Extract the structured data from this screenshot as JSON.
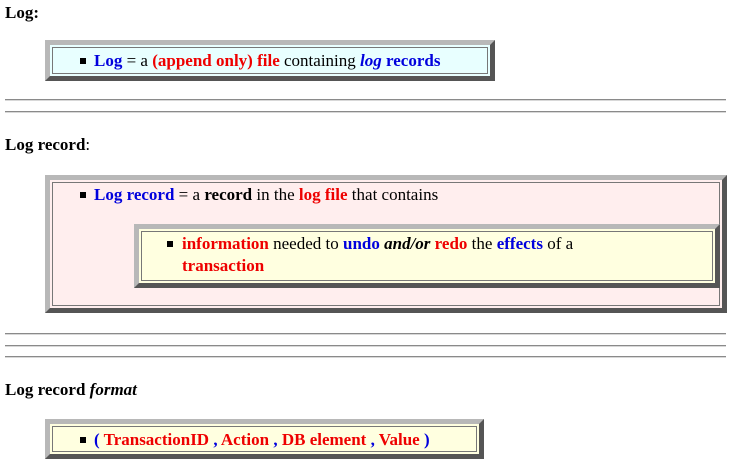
{
  "log": {
    "heading": "Log:",
    "item": {
      "t1": "Log",
      "t2": " = a ",
      "t3": "(append only)",
      "t4": " ",
      "t5": "file",
      "t6": " containing ",
      "t7": "log",
      "t8": " ",
      "t9": "records"
    },
    "box_bg": "#e8ffff"
  },
  "log_record": {
    "heading": "Log record",
    "heading_suffix": ":",
    "item": {
      "t1": "Log record",
      "t2": " = a ",
      "t3": "record",
      "t4": " in the ",
      "t5": "log file",
      "t6": " that contains"
    },
    "sub_item": {
      "t1": "information",
      "t2": " needed to ",
      "t3": "undo",
      "t4": " ",
      "t5": "and/or",
      "t6": " ",
      "t7": "redo",
      "t8": " the ",
      "t9": "effects",
      "t10": " of a",
      "t11": "transaction"
    },
    "box_bg": "#ffeeee",
    "sub_box_bg": "#ffffe0"
  },
  "log_record_format": {
    "heading": "Log record ",
    "heading_italic": "format",
    "item": {
      "open": "(",
      "f1": " TransactionID",
      "c1": " ,",
      "f2": " Action",
      "c2": " ,",
      "f3": " DB element",
      "c3": " ,",
      "f4": " Value",
      "close": " )"
    },
    "box_bg": "#ffffe0"
  }
}
